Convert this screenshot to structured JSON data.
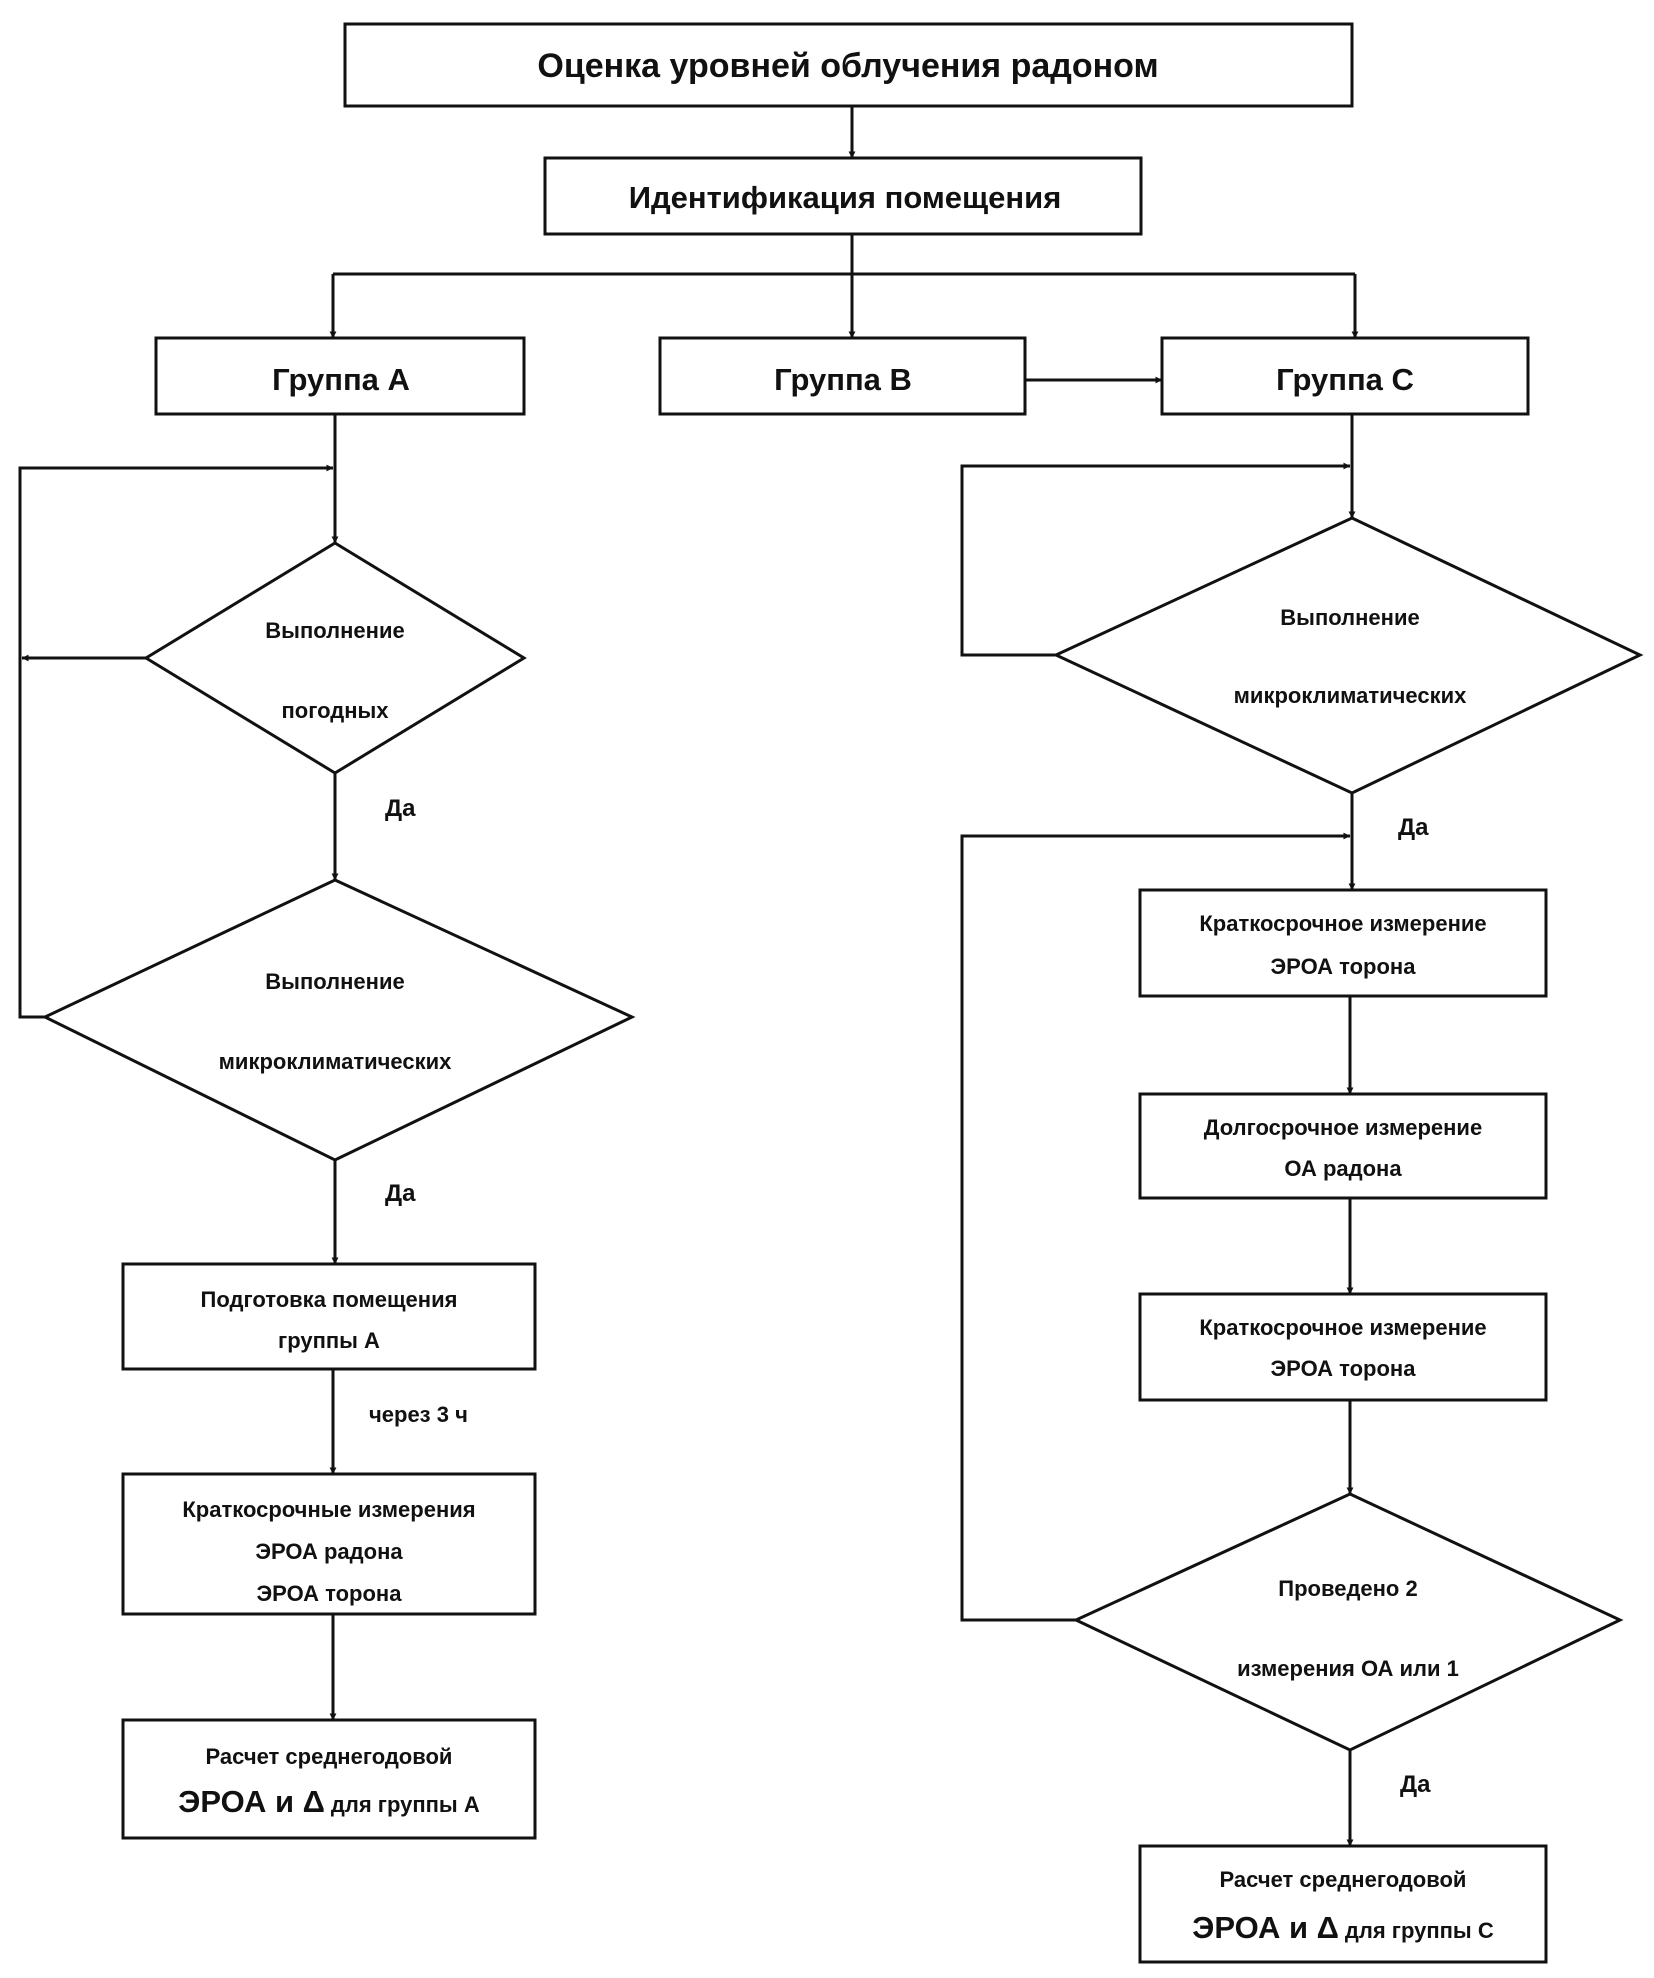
{
  "title": "Оценка уровней облучения радоном",
  "identification": "Идентификация помещения",
  "groups": {
    "a": "Группа А",
    "b": "Группа В",
    "c": "Группа С"
  },
  "branch_a": {
    "decision_weather": [
      "Выполнение",
      "погодных"
    ],
    "decision_microclimate": [
      "Выполнение",
      "микроклиматических"
    ],
    "yes_1": "Да",
    "yes_2": "Да",
    "prepare": [
      "Подготовка помещения",
      "группы А"
    ],
    "delay": "через 3 ч",
    "short_measure": [
      "Краткосрочные измерения",
      "ЭРОА радона",
      "ЭРОА торона"
    ],
    "calc_line1": "Расчет среднегодовой",
    "calc_big": "ЭРОА и Δ",
    "calc_small": "для группы А"
  },
  "branch_c": {
    "decision_microclimate": [
      "Выполнение",
      "микроклиматических"
    ],
    "yes_1": "Да",
    "short_thoron_1": [
      "Краткосрочное измерение",
      "ЭРОА торона"
    ],
    "long_radon": [
      "Долгосрочное измерение",
      "ОА радона"
    ],
    "short_thoron_2": [
      "Краткосрочное измерение",
      "ЭРОА торона"
    ],
    "decision_count": [
      "Проведено 2",
      "измерения ОА или  1"
    ],
    "yes_2": "Да",
    "calc_line1": "Расчет среднегодовой",
    "calc_big": "ЭРОА и Δ",
    "calc_small": "для группы С"
  }
}
